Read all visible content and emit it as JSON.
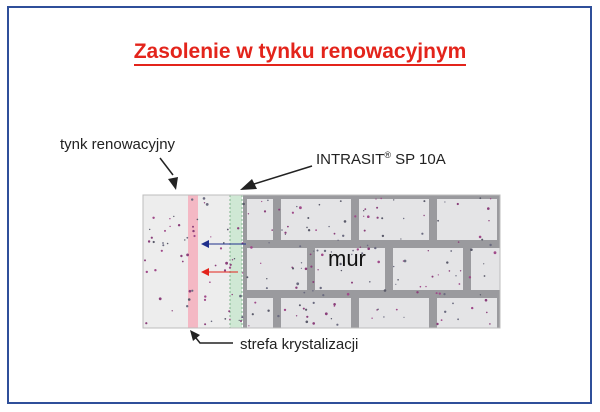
{
  "title": "Zasolenie w tynku renowacyjnym",
  "labels": {
    "tynk": "tynk renowacyjny",
    "intrasit_name": "INTRASIT",
    "intrasit_reg": "®",
    "intrasit_product": " SP 10A",
    "mur": "mur",
    "strefa": "strefa krystalizacji"
  },
  "colors": {
    "frame": "#2f4f9a",
    "title": "#e3241b",
    "plaster": "#eeeeee",
    "crystal_zone": "#f4b8c4",
    "intrasit_layer": "#cfe8d4",
    "brick": "#e4e4e6",
    "mortar": "#9a9a9e",
    "arrow_blue": "#1f2f8c",
    "arrow_red": "#e3241b"
  }
}
